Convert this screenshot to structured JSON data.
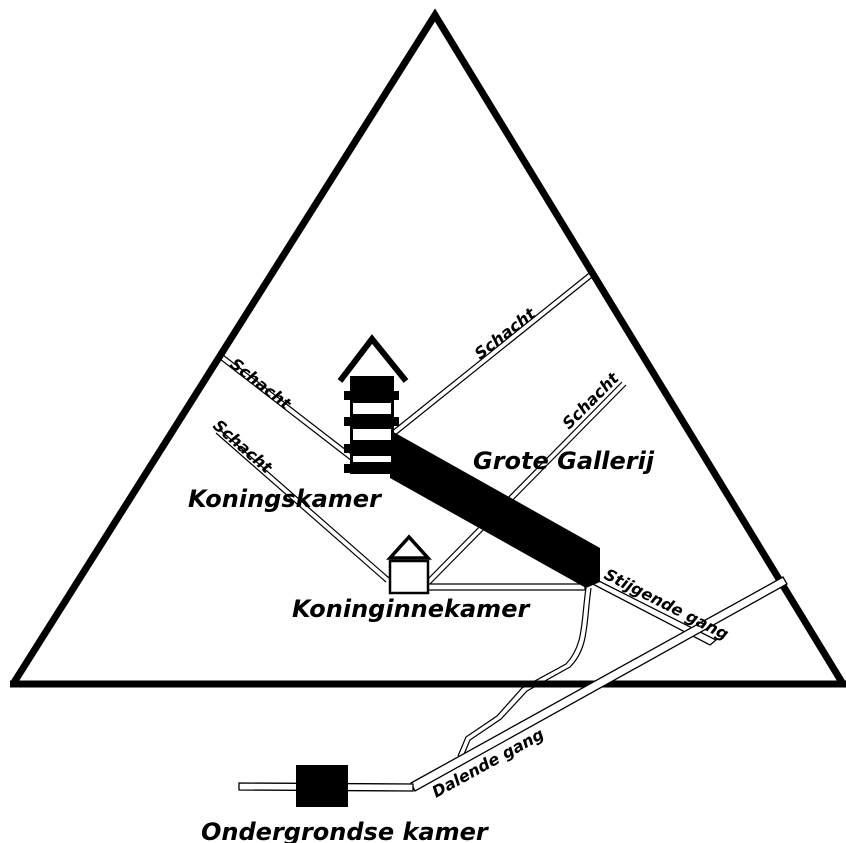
{
  "labels": {
    "kings_chamber": "Koningskamer",
    "queens_chamber": "Koninginnekamer",
    "grand_gallery": "Grote Gallerij",
    "ascending_passage": "Stijgende gang",
    "descending_passage": "Dalende gang",
    "subterranean_chamber": "Ondergrondse kamer",
    "shaft_kings_north": "Schacht",
    "shaft_kings_south": "Schacht",
    "shaft_queens_north": "Schacht",
    "shaft_queens_south": "Schacht"
  },
  "colors": {
    "line": "#000000",
    "background": "#ffffff"
  }
}
